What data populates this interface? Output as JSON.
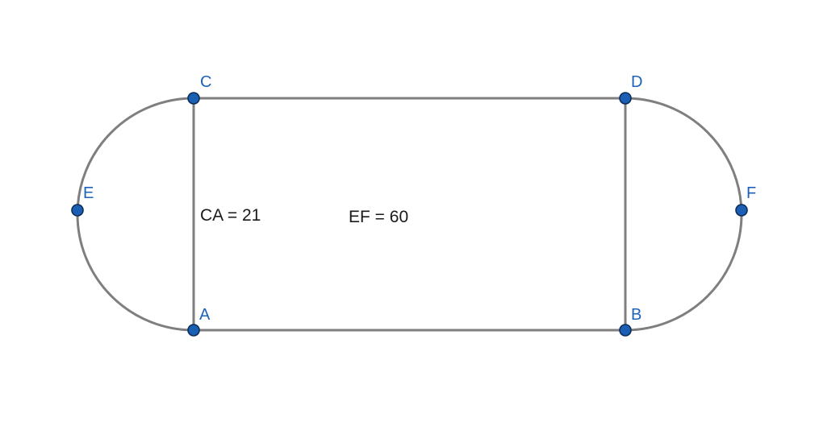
{
  "points": {
    "A": {
      "label": "A"
    },
    "B": {
      "label": "B"
    },
    "C": {
      "label": "C"
    },
    "D": {
      "label": "D"
    },
    "E": {
      "label": "E"
    },
    "F": {
      "label": "F"
    }
  },
  "measurements": {
    "ca": "CA = 21",
    "ef": "EF = 60"
  },
  "colors": {
    "edge": "#7f7f7f",
    "point_fill": "#1a5fb4",
    "point_label": "#1c62b9",
    "measure_text": "#1a1a1a"
  }
}
